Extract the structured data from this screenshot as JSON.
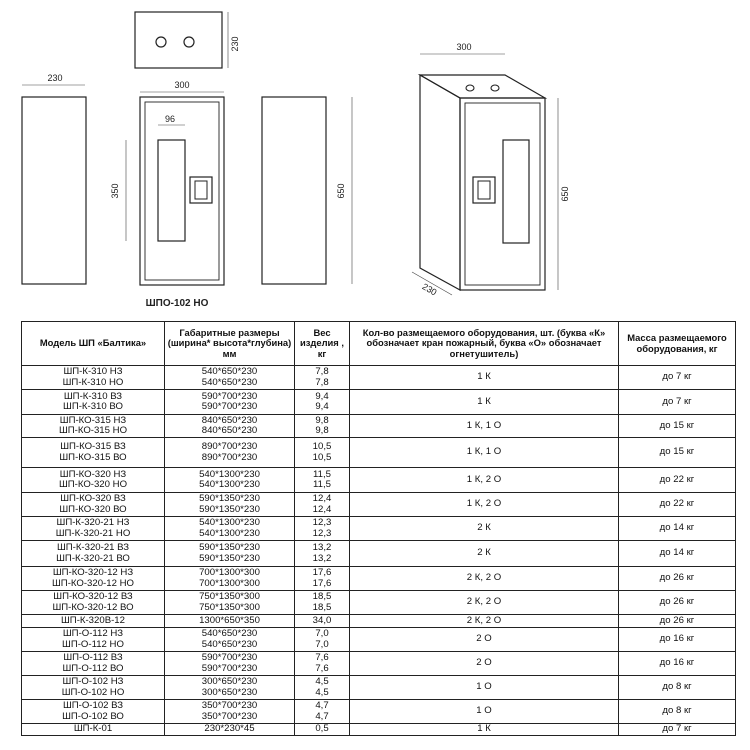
{
  "drawing": {
    "dims": {
      "top_depth": "230",
      "side_width": "230",
      "front_width": "300",
      "window_width": "96",
      "window_height": "350",
      "front_height": "650",
      "iso_width": "300",
      "iso_height": "650",
      "iso_depth": "230"
    },
    "caption": "ШПО-102 НО"
  },
  "table": {
    "headers": [
      "Модель ШП «Балтика»",
      "Габаритные размеры (ширина* высота*глубина) мм",
      "Вес изделия , кг",
      "Кол-во размещаемого оборудования, шт. (буква «К» обозначает кран пожарный, буква «О» обозначает огнетушитель)",
      "Масса размещаемого оборудования, кг"
    ],
    "groups": [
      {
        "rows": [
          {
            "model": "ШП-К-310 НЗ",
            "size": "540*650*230",
            "weight": "7,8"
          },
          {
            "model": "ШП-К-310 НО",
            "size": "540*650*230",
            "weight": "7,8"
          }
        ],
        "equip": "1 К",
        "mass": "до 7 кг"
      },
      {
        "rows": [
          {
            "model": "ШП-К-310 ВЗ",
            "size": "590*700*230",
            "weight": "9,4"
          },
          {
            "model": "ШП-К-310 ВО",
            "size": "590*700*230",
            "weight": "9,4"
          }
        ],
        "equip": "1 К",
        "mass": "до 7 кг"
      },
      {
        "rows": [
          {
            "model": "ШП-КО-315 НЗ",
            "size": "840*650*230",
            "weight": "9,8"
          },
          {
            "model": "ШП-КО-315 НО",
            "size": "840*650*230",
            "weight": "9,8"
          }
        ],
        "equip": "1 К, 1 О",
        "mass": "до 15 кг"
      },
      {
        "rows": [
          {
            "model": "ШП-КО-315 ВЗ",
            "size": "890*700*230",
            "weight": "10,5"
          },
          {
            "model": "ШП-КО-315 ВО",
            "size": "890*700*230",
            "weight": "10,5"
          }
        ],
        "equip": "1 К, 1 О",
        "mass": "до 15 кг"
      },
      {
        "rows": [
          {
            "model": "ШП-КО-320 НЗ",
            "size": "540*1300*230",
            "weight": "11,5"
          },
          {
            "model": "ШП-КО-320 НО",
            "size": "540*1300*230",
            "weight": "11,5"
          }
        ],
        "equip": "1 К, 2 О",
        "mass": "до 22 кг"
      },
      {
        "rows": [
          {
            "model": "ШП-КО-320 ВЗ",
            "size": "590*1350*230",
            "weight": "12,4"
          },
          {
            "model": "ШП-КО-320 ВО",
            "size": "590*1350*230",
            "weight": "12,4"
          }
        ],
        "equip": "1 К, 2 О",
        "mass": "до 22 кг"
      },
      {
        "rows": [
          {
            "model": "ШП-К-320-21 НЗ",
            "size": "540*1300*230",
            "weight": "12,3"
          },
          {
            "model": "ШП-К-320-21 НО",
            "size": "540*1300*230",
            "weight": "12,3"
          }
        ],
        "equip": "2 К",
        "mass": "до 14 кг"
      },
      {
        "rows": [
          {
            "model": "ШП-К-320-21 ВЗ",
            "size": "590*1350*230",
            "weight": "13,2"
          },
          {
            "model": "ШП-К-320-21 ВО",
            "size": "590*1350*230",
            "weight": "13,2"
          }
        ],
        "equip": "2 К",
        "mass": "до 14 кг"
      },
      {
        "rows": [
          {
            "model": "ШП-КО-320-12 НЗ",
            "size": "700*1300*300",
            "weight": "17,6"
          },
          {
            "model": "ШП-КО-320-12 НО",
            "size": "700*1300*300",
            "weight": "17,6"
          }
        ],
        "equip": "2 К, 2 О",
        "mass": "до 26 кг"
      },
      {
        "rows": [
          {
            "model": "ШП-КО-320-12 ВЗ",
            "size": "750*1350*300",
            "weight": "18,5"
          },
          {
            "model": "ШП-КО-320-12 ВО",
            "size": "750*1350*300",
            "weight": "18,5"
          }
        ],
        "equip": "2 К, 2 О",
        "mass": "до 26 кг"
      },
      {
        "rows": [
          {
            "model": "ШП-К-320В-12",
            "size": "1300*650*350",
            "weight": "34,0"
          }
        ],
        "equip": "2 К, 2 О",
        "mass": "до 26 кг"
      },
      {
        "rows": [
          {
            "model": "ШП-О-112 НЗ",
            "size": "540*650*230",
            "weight": "7,0"
          },
          {
            "model": "ШП-О-112 НО",
            "size": "540*650*230",
            "weight": "7,0"
          }
        ],
        "equip": "2 О",
        "mass": "до 16 кг"
      },
      {
        "rows": [
          {
            "model": "ШП-О-112 ВЗ",
            "size": "590*700*230",
            "weight": "7,6"
          },
          {
            "model": "ШП-О-112 ВО",
            "size": "590*700*230",
            "weight": "7,6"
          }
        ],
        "equip": "2 О",
        "mass": "до 16 кг"
      },
      {
        "rows": [
          {
            "model": "ШП-О-102 НЗ",
            "size": "300*650*230",
            "weight": "4,5"
          },
          {
            "model": "ШП-О-102 НО",
            "size": "300*650*230",
            "weight": "4,5"
          }
        ],
        "equip": "1 О",
        "mass": "до 8 кг"
      },
      {
        "rows": [
          {
            "model": "ШП-О-102 ВЗ",
            "size": "350*700*230",
            "weight": "4,7"
          },
          {
            "model": "ШП-О-102 ВО",
            "size": "350*700*230",
            "weight": "4,7"
          }
        ],
        "equip": "1 О",
        "mass": "до 8 кг"
      },
      {
        "rows": [
          {
            "model": "ШП-К-01",
            "size": "230*230*45",
            "weight": "0,5"
          }
        ],
        "equip": "1 К",
        "mass": "до 7 кг"
      }
    ]
  }
}
